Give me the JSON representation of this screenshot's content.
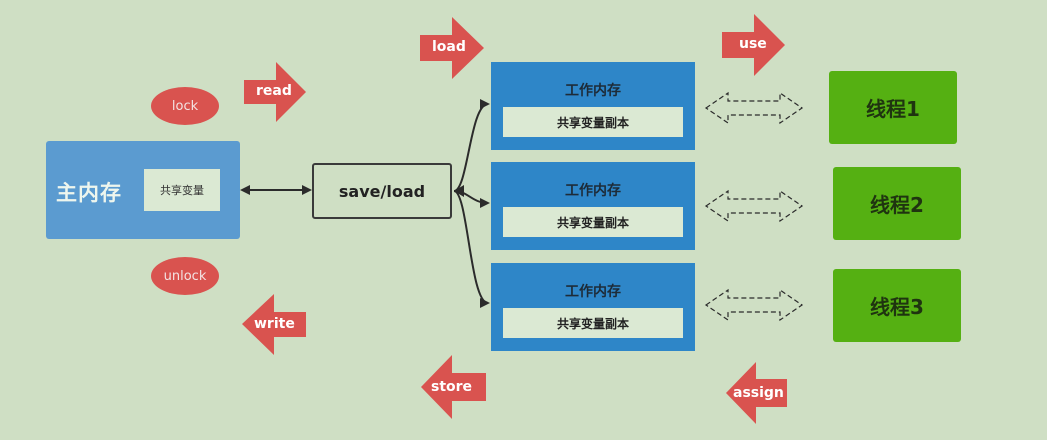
{
  "main_memory": {
    "title": "主内存",
    "variable": "共享变量"
  },
  "save_load": {
    "label": "save/load"
  },
  "work_memories": [
    {
      "title": "工作内存",
      "copy": "共享变量副本"
    },
    {
      "title": "工作内存",
      "copy": "共享变量副本"
    },
    {
      "title": "工作内存",
      "copy": "共享变量副本"
    }
  ],
  "threads": [
    "线程1",
    "线程2",
    "线程3"
  ],
  "operations": {
    "lock": "lock",
    "unlock": "unlock",
    "read": "read",
    "write": "write",
    "load": "load",
    "store": "store",
    "use": "use",
    "assign": "assign"
  },
  "colors": {
    "background": "#cfdfc4",
    "main_memory": "#5b9bd0",
    "work_memory": "#2e86c8",
    "thread": "#55b012",
    "operation": "#d9534f"
  }
}
